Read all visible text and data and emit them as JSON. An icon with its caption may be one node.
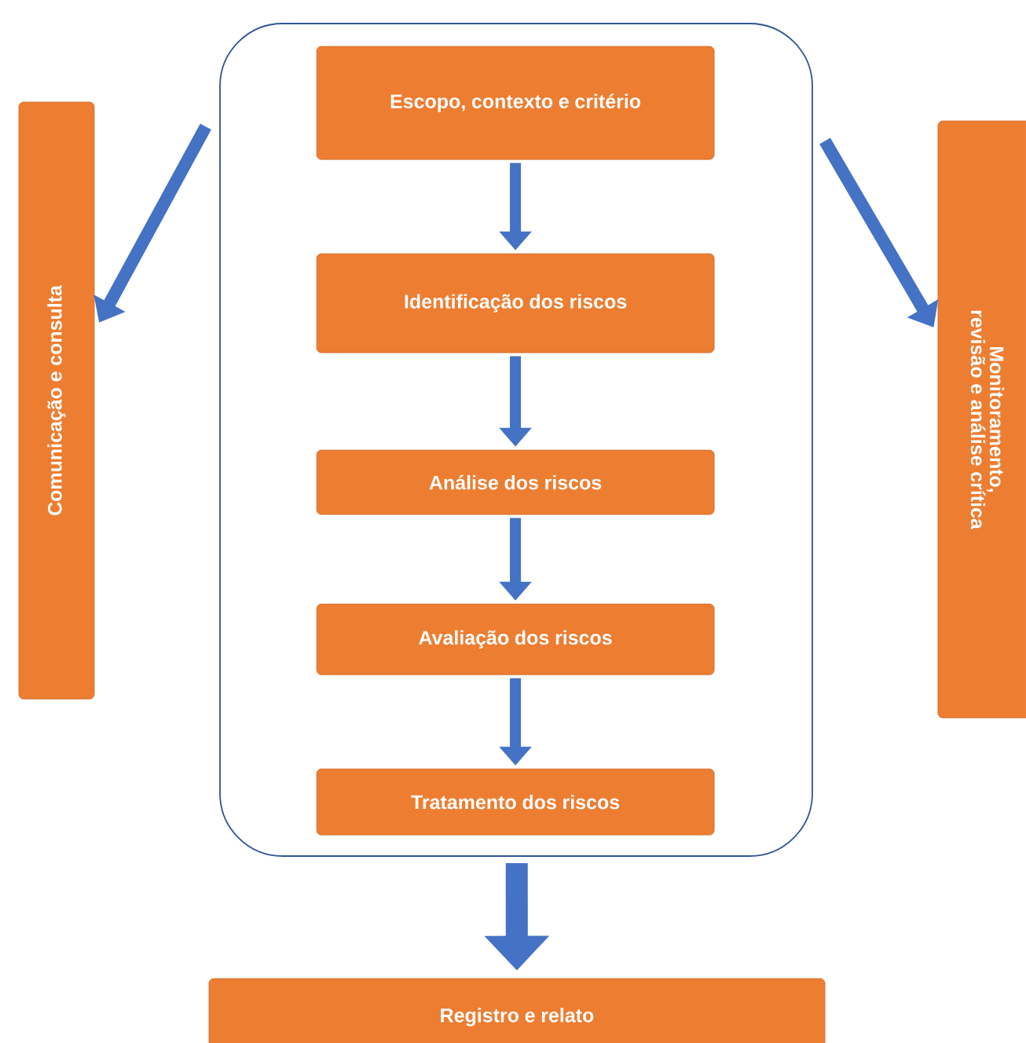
{
  "diagram": {
    "nodes": [
      {
        "text": [],
        "shape": "box"
      },
      {
        "text": [
          "Escopo, contexto e critério"
        ],
        "in": 0
      },
      {
        "text": [
          "Identificação dos riscos"
        ],
        "in": 0
      },
      {
        "text": [
          "Análise dos riscos"
        ],
        "in": 0
      },
      {
        "text": [
          "Avaliação dos riscos"
        ],
        "in": 0
      },
      {
        "text": [
          "Tratamento dos riscos"
        ],
        "in": 0
      },
      {
        "text": [
          "Comunicação e consulta"
        ]
      },
      {
        "text": [
          "Monitoramento, revisão e análise crítica"
        ]
      },
      {
        "text": [
          "Registro e relato"
        ]
      }
    ],
    "edges": [
      {
        "from": 1,
        "to": 2,
        "arrow": "to"
      },
      {
        "from": 2,
        "to": 3,
        "arrow": "to"
      },
      {
        "from": 3,
        "to": 4,
        "arrow": "to"
      },
      {
        "from": 4,
        "to": 5,
        "arrow": "to"
      },
      {
        "from": 0,
        "to": 6,
        "arrow": "to"
      },
      {
        "from": 0,
        "to": 7,
        "arrow": "to"
      },
      {
        "from": 0,
        "to": 8,
        "arrow": "to",
        "style": "thick"
      }
    ]
  }
}
